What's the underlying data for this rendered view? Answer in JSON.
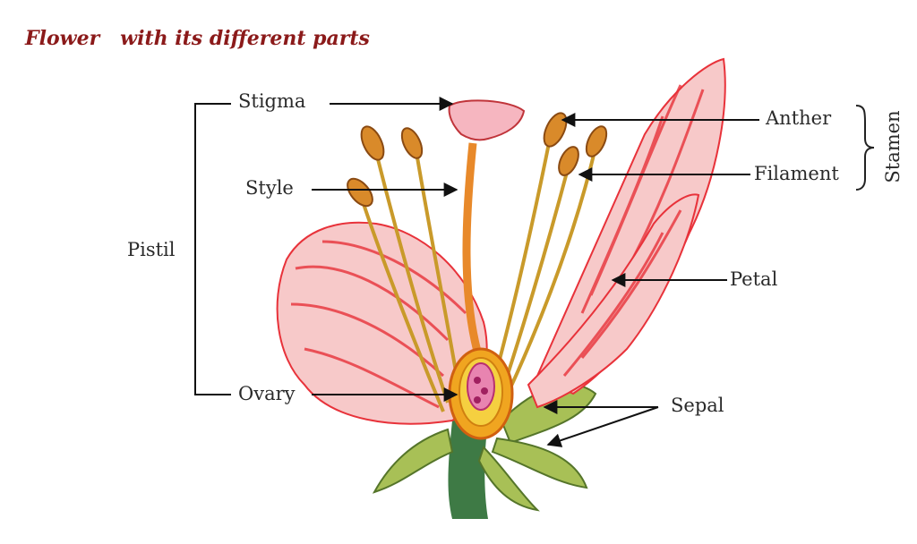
{
  "title": "Flower   with its different parts",
  "labels": {
    "stigma": "Stigma",
    "style": "Style",
    "pistil": "Pistil",
    "ovary": "Ovary",
    "anther": "Anther",
    "filament": "Filament",
    "stamen": "Stamen",
    "petal": "Petal",
    "sepal": "Sepal"
  },
  "colors": {
    "title": "#8b1a1a",
    "petal_fill": "#f7c9c9",
    "petal_vein": "#e8323a",
    "stem": "#3e7a45",
    "sepal": "#9cb84a",
    "style": "#e8892a",
    "anther": "#c9781e",
    "ovary_outer": "#f0a520",
    "ovary_inner": "#d9447a"
  }
}
